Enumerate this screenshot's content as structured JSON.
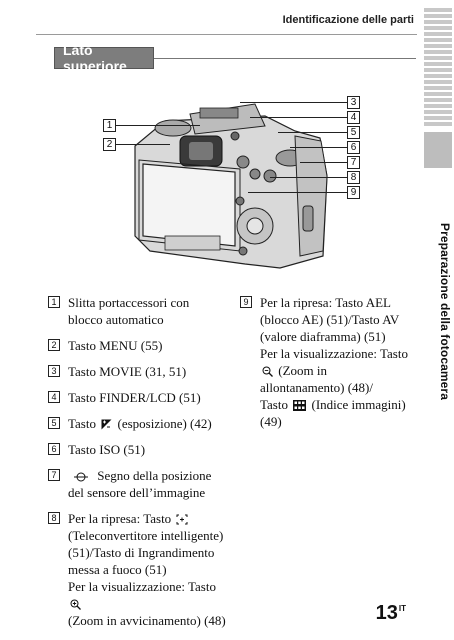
{
  "header": {
    "title": "Identificazione delle parti"
  },
  "side_tab": {
    "label": "Preparazione della fotocamera"
  },
  "section": {
    "title": "Lato superiore"
  },
  "callouts": {
    "n1": "1",
    "n2": "2",
    "n3": "3",
    "n4": "4",
    "n5": "5",
    "n6": "6",
    "n7": "7",
    "n8": "8",
    "n9": "9"
  },
  "items": {
    "i1": {
      "num": "1",
      "text": "Slitta portaccessori con blocco automatico"
    },
    "i2": {
      "num": "2",
      "text": "Tasto MENU (55)"
    },
    "i3": {
      "num": "3",
      "text": "Tasto MOVIE (31, 51)"
    },
    "i4": {
      "num": "4",
      "text": "Tasto FINDER/LCD (51)"
    },
    "i5": {
      "num": "5",
      "pre": "Tasto",
      "post": "(esposizione) (42)"
    },
    "i6": {
      "num": "6",
      "text": "Tasto ISO (51)"
    },
    "i7": {
      "num": "7",
      "post": "Segno della posizione del sensore dell’immagine"
    },
    "i8": {
      "num": "8",
      "l1_pre": "Per la ripresa: Tasto",
      "l1_post": "(Teleconvertitore intelligente) (51)/Tasto di Ingrandimento messa a fuoco (51)",
      "l2_pre": "Per la visualizzazione: Tasto",
      "l2_post": "(Zoom in avvicinamento) (48)"
    },
    "i9": {
      "num": "9",
      "l1": "Per la ripresa: Tasto AEL (blocco AE) (51)/Tasto AV (valore diaframma) (51)",
      "l2_pre": "Per la visualizzazione: Tasto",
      "l2_post": "(Zoom in allontanamento) (48)/",
      "l3_pre": "Tasto",
      "l3_post": "(Indice immagini) (49)"
    }
  },
  "page": {
    "number": "13",
    "suffix": "IT"
  }
}
